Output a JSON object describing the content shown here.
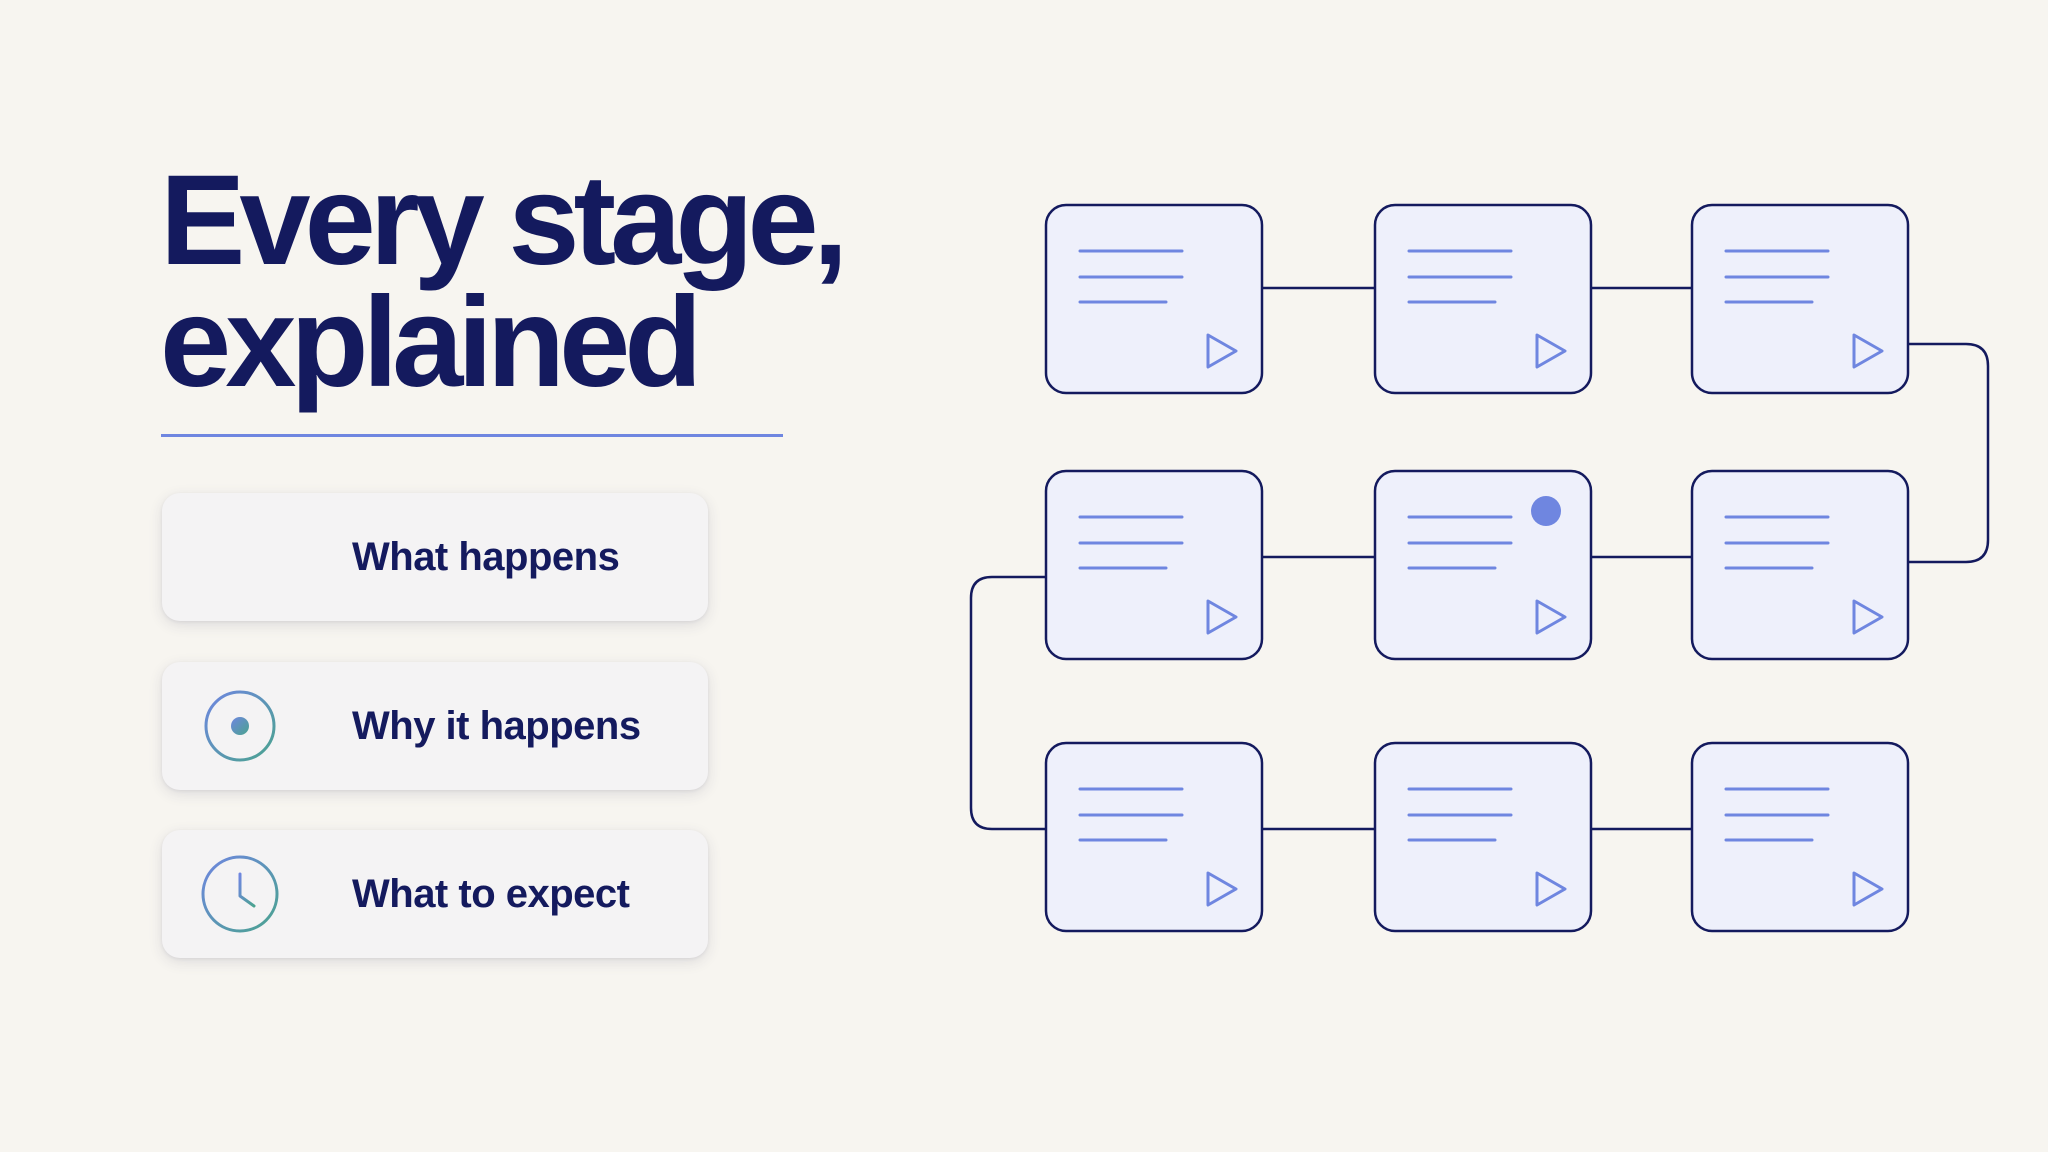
{
  "title": {
    "line1": "Every stage,",
    "line2": "explained"
  },
  "features": [
    {
      "label": "What happens",
      "icon": "lines-icon"
    },
    {
      "label": "Why it happens",
      "icon": "target-icon"
    },
    {
      "label": "What to expect",
      "icon": "clock-icon"
    }
  ],
  "diagram": {
    "rows": 3,
    "columns": 3,
    "card_icon": "play-icon",
    "highlighted_card": {
      "row": 2,
      "column": 2,
      "marker": "dot-icon"
    },
    "flow": "serpentine"
  },
  "colors": {
    "background": "#f7f5f0",
    "navy": "#141a5e",
    "accent_blue": "#6f86e0",
    "card_fill": "#eef0fb",
    "teal": "#4aa38f"
  }
}
